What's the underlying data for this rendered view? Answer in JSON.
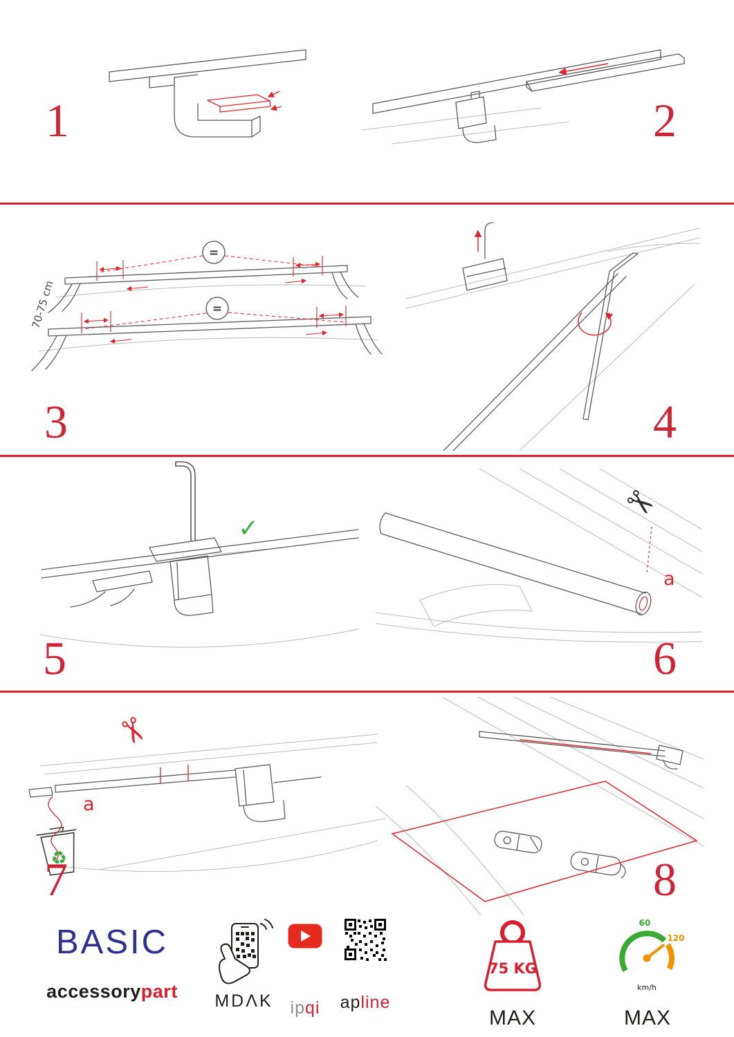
{
  "colors": {
    "accent_red": "#d6202f",
    "step_number_red": "#cf2433",
    "brand_blue": "#2e3192",
    "green": "#3aaa35",
    "orange": "#f39200",
    "youtube_red": "#e62b1e"
  },
  "steps": [
    {
      "number": "1"
    },
    {
      "number": "2"
    },
    {
      "number": "3",
      "dimension": "70-75 cm",
      "equals": "="
    },
    {
      "number": "4"
    },
    {
      "number": "5"
    },
    {
      "number": "6",
      "label_a": "a"
    },
    {
      "number": "7",
      "label_a": "a"
    },
    {
      "number": "8"
    }
  ],
  "icons": {
    "scissors": "✂",
    "checkmark": "✓",
    "recycle": "♻"
  },
  "footer": {
    "brand_title": "BASIC",
    "brand_sub_black": "accessory",
    "brand_sub_red": "part",
    "logo_mdak": "MDΛK",
    "logo_ipqi_gray": "ip",
    "logo_ipqi_red": "qi",
    "logo_apline_black": "ap",
    "logo_apline_red": "line",
    "weight_value": "75 KG",
    "weight_max_label": "MAX",
    "speed_tick_60": "60",
    "speed_tick_120": "120",
    "speed_unit": "km/h",
    "speed_max_label": "MAX"
  }
}
